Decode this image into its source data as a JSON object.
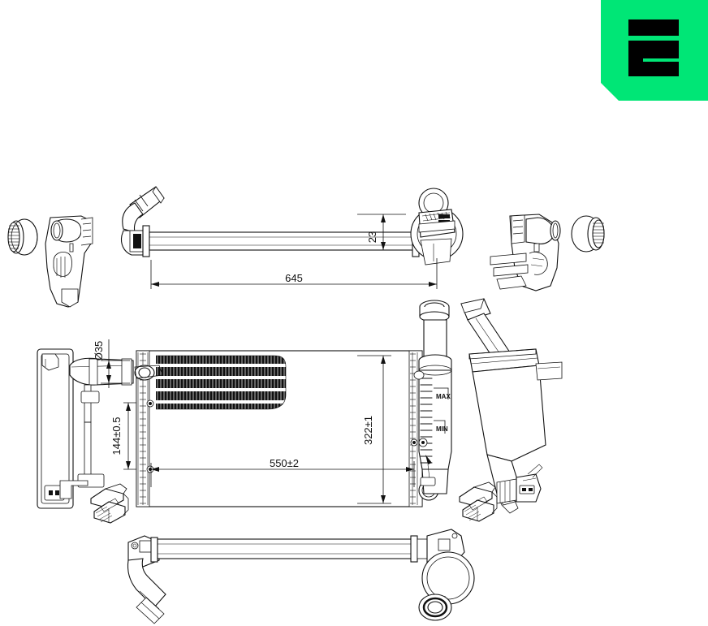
{
  "page": {
    "background_color": "#ffffff",
    "line_color": "#111111",
    "type": "technical-exploded-drawing",
    "subject": "automotive radiator assembly with hoses, expansion tank, caps and mounting clips"
  },
  "logo": {
    "name": "nrf-brand-logo",
    "letter": "E",
    "background_color": "#00e676",
    "mark_color": "#000000"
  },
  "dimensions": {
    "upper_hose_length": "645",
    "upper_hose_offset": "23",
    "inlet_diameter": "Ø35",
    "bracket_spacing": "144±0.5",
    "core_width": "550±2",
    "core_height": "322±1"
  },
  "expansion_tank": {
    "max_label": "MAX",
    "min_label": "MIN"
  },
  "parts": [
    {
      "id": "cap-left",
      "label": "radiator-cap-left"
    },
    {
      "id": "bracket-left",
      "label": "hose-bracket-left"
    },
    {
      "id": "upper-hose",
      "label": "upper-coolant-hose"
    },
    {
      "id": "bracket-right",
      "label": "hose-bracket-right"
    },
    {
      "id": "cap-right",
      "label": "radiator-cap-right"
    },
    {
      "id": "side-rail",
      "label": "radiator-side-rail"
    },
    {
      "id": "radiator-core",
      "label": "radiator-core"
    },
    {
      "id": "expansion-tank",
      "label": "expansion-tank-front"
    },
    {
      "id": "expansion-tank-iso",
      "label": "expansion-tank-isometric"
    },
    {
      "id": "clip-left",
      "label": "mounting-clip-left"
    },
    {
      "id": "clip-right",
      "label": "mounting-clip-right"
    },
    {
      "id": "sensor-connector",
      "label": "temperature-sensor-connector"
    },
    {
      "id": "lower-hose",
      "label": "lower-coolant-hose"
    }
  ]
}
